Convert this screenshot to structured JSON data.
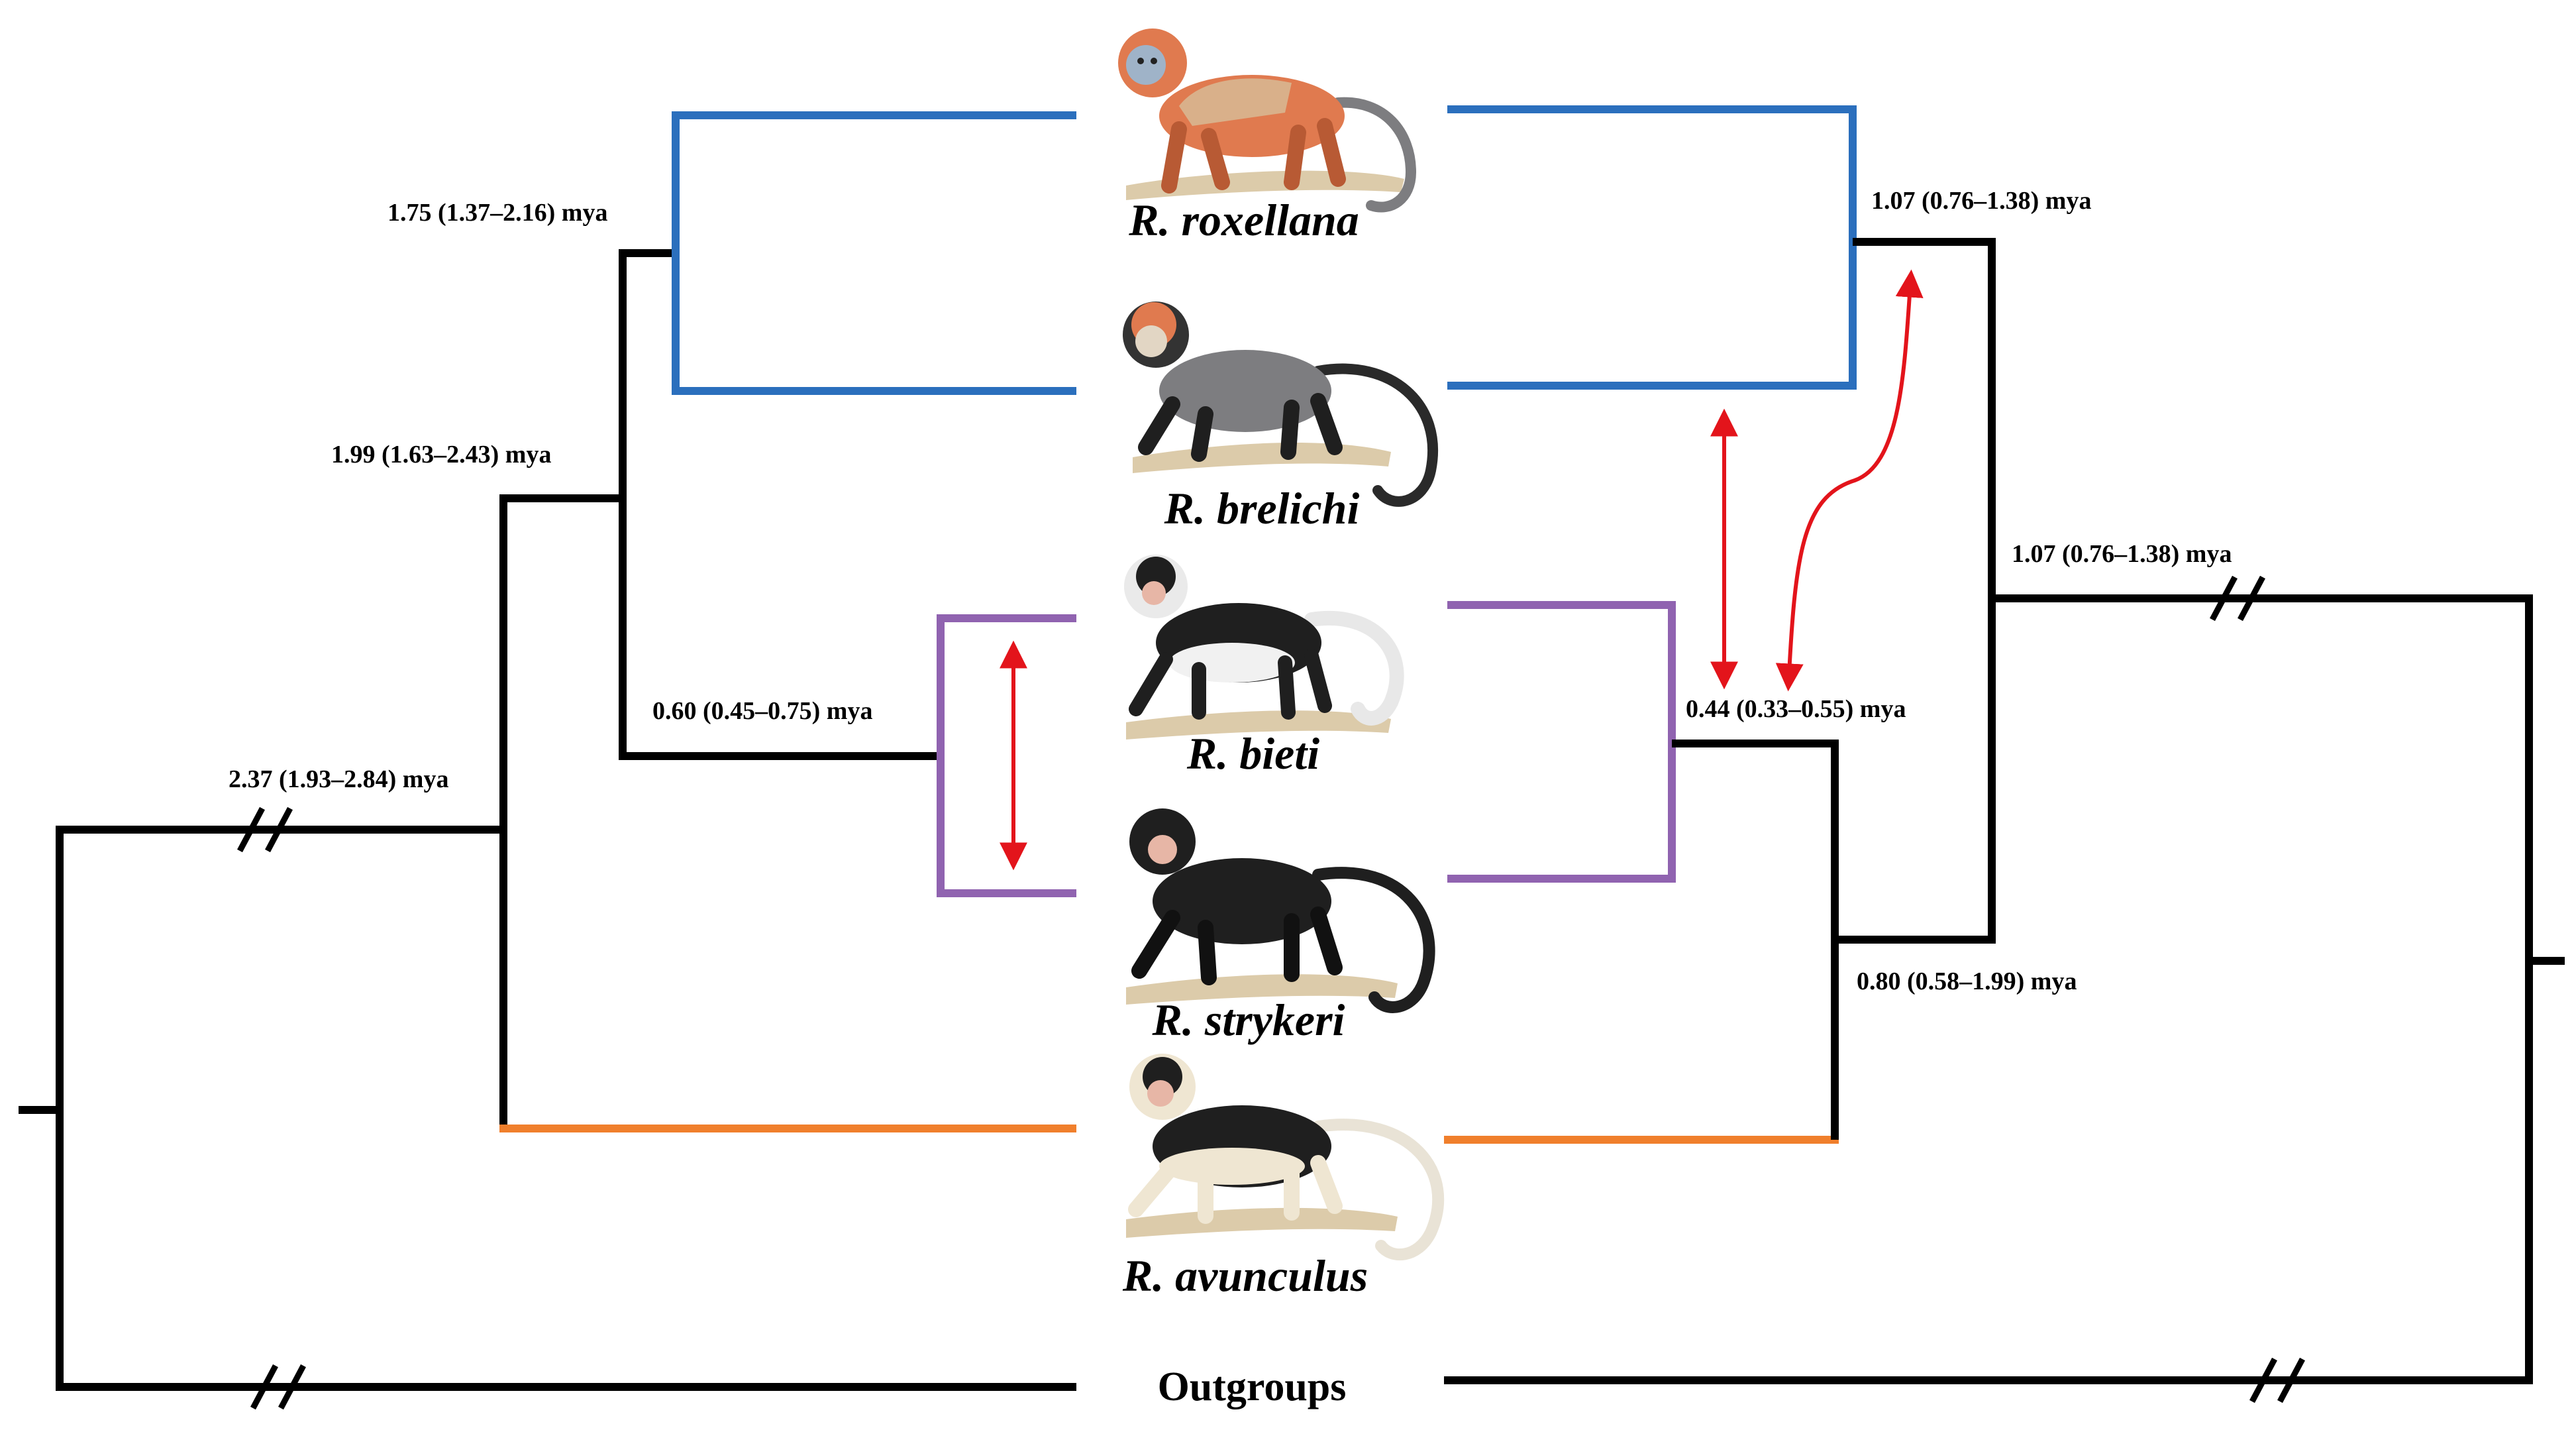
{
  "colors": {
    "branch": "#000000",
    "clade_blue": "#2b6fbd",
    "clade_purple": "#9063b0",
    "clade_orange": "#f07f2c",
    "gene_flow_arrow": "#e3141b",
    "fur_golden": "#e07a4f",
    "fur_grey": "#7d7d80",
    "fur_black": "#1f1f1f",
    "fur_cream": "#efe6d2",
    "branch_ground": "#dccbaa"
  },
  "species": [
    {
      "label": "R. roxellana",
      "fur": "golden",
      "icon": "golden-snub-nosed-monkey-illustration"
    },
    {
      "label": "R. brelichi",
      "fur": "grey",
      "icon": "grey-snub-nosed-monkey-illustration"
    },
    {
      "label": "R. bieti",
      "fur": "black-white",
      "icon": "black-and-white-snub-nosed-monkey-illustration"
    },
    {
      "label": "R. strykeri",
      "fur": "black",
      "icon": "myanmar-snub-nosed-monkey-illustration"
    },
    {
      "label": "R. avunculus",
      "fur": "black-cream",
      "icon": "tonkin-snub-nosed-monkey-illustration"
    }
  ],
  "outgroups_label": "Outgroups",
  "left_tree_dates": {
    "roxellana_brelichi": "1.75 (1.37–2.16) mya",
    "northern_clade": "1.99 (1.63–2.43) mya",
    "bieti_strykeri": "0.60 (0.45–0.75) mya",
    "root": "2.37 (1.93–2.84) mya"
  },
  "right_tree_dates": {
    "roxellana_brelichi": "1.07 (0.76–1.38) mya",
    "root": "1.07 (0.76–1.38) mya",
    "bieti_strykeri": "0.44 (0.33–0.55) mya",
    "avunculus_join": "0.80 (0.58–1.99) mya"
  }
}
